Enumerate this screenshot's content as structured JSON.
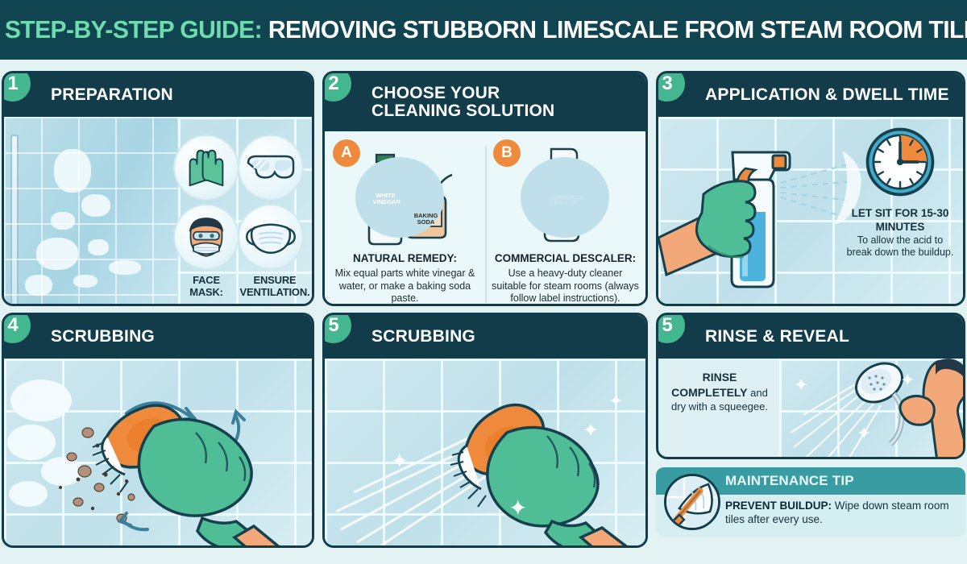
{
  "title": {
    "accent": "STEP-BY-STEP GUIDE:",
    "plain": "REMOVING STUBBORN LIMESCALE FROM STEAM ROOM TILES"
  },
  "colors": {
    "header_navy": "#0f4450",
    "panel_navy": "#123c4a",
    "badge_green": "#43b890",
    "title_accent_green": "#6fdcb0",
    "option_orange": "#ef8a3c",
    "tip_teal": "#3a9ca3",
    "page_background": "#e3f2f3",
    "tile_blue": "#bfe0ea",
    "glove_green": "#4fbd96",
    "skin": "#f2a878"
  },
  "panels": [
    {
      "number": "1",
      "title": "PREPARATION",
      "icons": [
        "gloves-icon",
        "goggles-icon",
        "face-with-mask-icon",
        "mask-icon"
      ],
      "captions": [
        "FACE\nMASK:",
        "ENSURE\nVENTILATION."
      ]
    },
    {
      "number": "2",
      "title": "CHOOSE YOUR\nCLEANING SOLUTION",
      "options": [
        {
          "badge": "A",
          "heading": "NATURAL REMEDY:",
          "body": "Mix equal parts white vinegar & water, or make a baking soda paste.",
          "bottle_label": "WHITE VINEGAR",
          "bag_label": "BAKING SODA"
        },
        {
          "badge": "B",
          "heading": "COMMERCIAL DESCALER:",
          "body": "Use a heavy-duty cleaner suitable for steam rooms (always follow label instructions).",
          "bottle_label": "COMMERCIAL DESCALER"
        }
      ]
    },
    {
      "number": "3",
      "title": "APPLICATION & DWELL TIME",
      "caption_heading": "LET SIT FOR 15-30 MINUTES",
      "caption_body": "To allow the acid to break down the buildup.",
      "icons": [
        "spray-bottle-icon",
        "clock-icon"
      ]
    },
    {
      "number": "4",
      "title": "SCRUBBING",
      "icons": [
        "scrub-brush-icon",
        "gloved-hand-icon",
        "motion-arrow-icon"
      ]
    },
    {
      "number": "5",
      "title": "SCRUBBING",
      "icons": [
        "scrub-brush-icon",
        "gloved-hand-icon",
        "sparkle-icon"
      ]
    },
    {
      "number": "5",
      "title": "RINSE & REVEAL",
      "caption_heading": "RINSE COMPLETELY",
      "caption_body": "and dry with a squeegee.",
      "icons": [
        "shower-head-icon",
        "person-icon"
      ]
    }
  ],
  "tip": {
    "heading": "MAINTENANCE TIP",
    "lead": "PREVENT BUILDUP:",
    "body": " Wipe down steam room tiles after every use.",
    "icon": "squeegee-icon"
  }
}
